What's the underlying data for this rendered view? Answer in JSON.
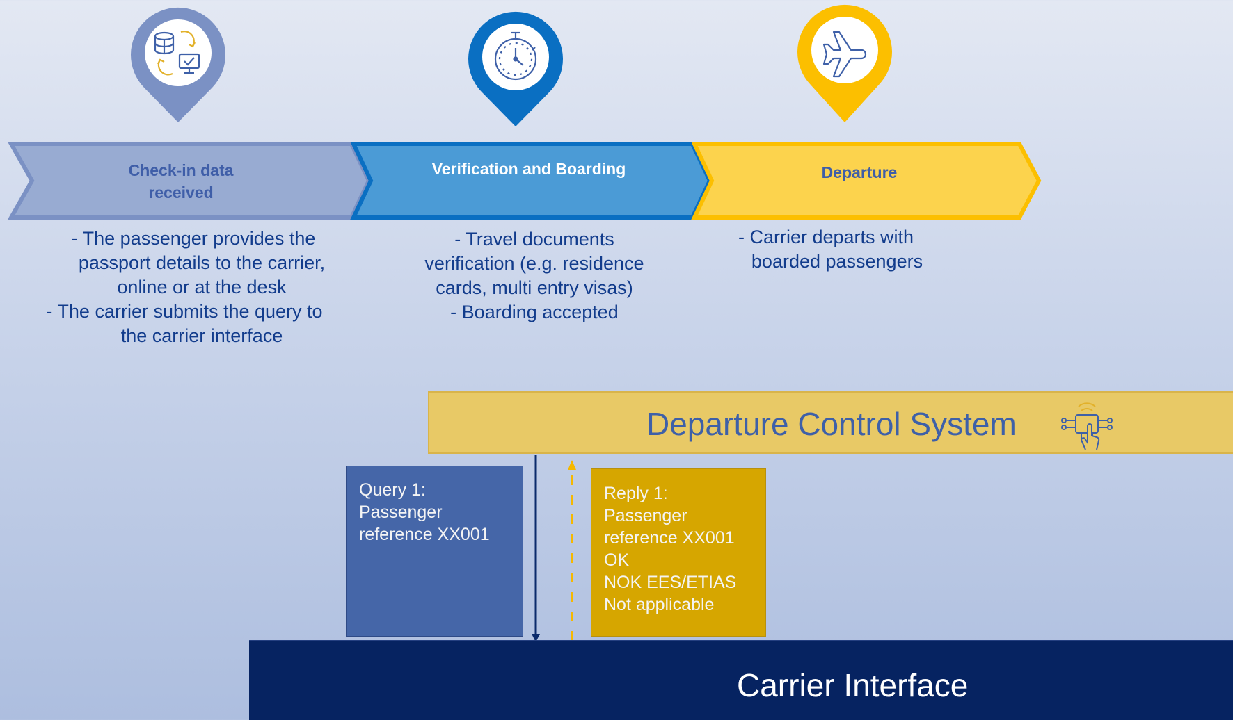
{
  "stages": [
    {
      "label_lines": [
        "Check-in data",
        "received"
      ],
      "icon": "database-sync-monitor-icon",
      "color": "#7b91c4"
    },
    {
      "label_lines": [
        "Verification and Boarding"
      ],
      "icon": "stopwatch-icon",
      "color": "#0a6fc2"
    },
    {
      "label_lines": [
        "Departure"
      ],
      "icon": "airplane-icon",
      "color": "#fcbf00"
    }
  ],
  "descriptions": [
    [
      "-   The passenger provides the",
      "passport details to the carrier,",
      "online or at the desk",
      "-   The carrier submits the query to",
      "the carrier interface"
    ],
    [
      "-   Travel documents",
      "verification (e.g. residence",
      "cards, multi entry visas)",
      "-   Boarding accepted"
    ],
    [
      "-   Carrier departs with",
      "boarded passengers"
    ]
  ],
  "dcs": {
    "title": "Departure Control System",
    "icon": "touch-circuit-icon"
  },
  "query": {
    "lines": [
      "Query 1:",
      "Passenger",
      "reference XX001"
    ]
  },
  "reply": {
    "lines": [
      "Reply 1:",
      "Passenger",
      "reference XX001",
      "OK",
      "NOK EES/ETIAS",
      "Not applicable"
    ]
  },
  "carrier_interface": {
    "title": "Carrier Interface"
  },
  "colors": {
    "navy": "#062361",
    "blue_text": "#123c8c",
    "gold": "#d6a600",
    "dcs_bg": "#e8c966"
  }
}
